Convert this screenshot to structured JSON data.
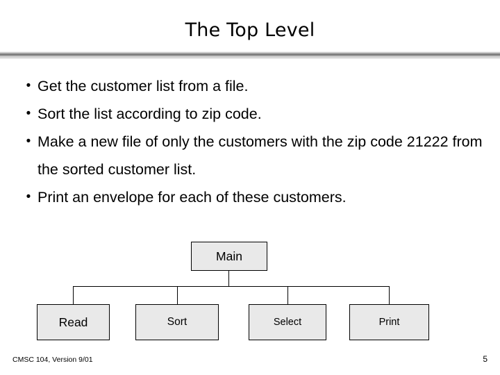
{
  "slide": {
    "title": "The Top Level",
    "bullets": [
      {
        "marker": "•",
        "text": "Get the customer list from a file."
      },
      {
        "marker": "•",
        "text": "Sort the list according to zip code."
      },
      {
        "marker": "•",
        "text": "Make a new file of only the customers with the zip code 21222 from the sorted customer list."
      },
      {
        "marker": "•",
        "text": "Print an envelope for each of these customers."
      }
    ],
    "diagram": {
      "root": {
        "label": "Main"
      },
      "children": [
        {
          "label": "Read"
        },
        {
          "label": "Sort"
        },
        {
          "label": "Select"
        },
        {
          "label": "Print"
        }
      ]
    },
    "footer": {
      "course": "CMSC 104, Version 9/01",
      "page_number": "5"
    },
    "colors": {
      "node_fill": "#e9e9e9",
      "node_border": "#000000",
      "text": "#000000",
      "background": "#ffffff"
    }
  }
}
